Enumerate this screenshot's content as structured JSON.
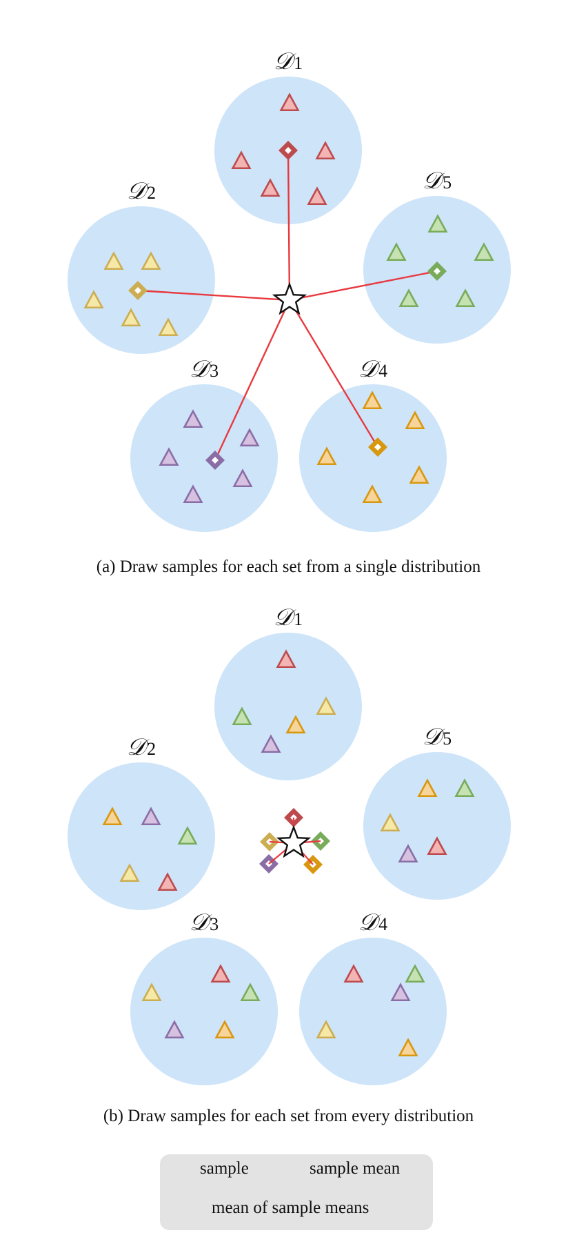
{
  "colors": {
    "circle": "#cde4f9",
    "line": "#e8393f",
    "legend_bg": "#e3e3e3",
    "distributions": {
      "1": {
        "stroke": "#bd4b4e",
        "fill": "#f3b5b4"
      },
      "2": {
        "stroke": "#ccad52",
        "fill": "#f6e8a6"
      },
      "3": {
        "stroke": "#8b6da6",
        "fill": "#d6c2e0"
      },
      "4": {
        "stroke": "#d8970f",
        "fill": "#f7d49a"
      },
      "5": {
        "stroke": "#78ab5a",
        "fill": "#c6e2b3"
      }
    }
  },
  "panel_a": {
    "caption": "(a) Draw samples for each set from a single distribution",
    "sets": [
      {
        "label": "𝒟",
        "sub": "1",
        "mean_color": "1",
        "sample_colors": [
          "1",
          "1",
          "1",
          "1",
          "1"
        ]
      },
      {
        "label": "𝒟",
        "sub": "2",
        "mean_color": "2",
        "sample_colors": [
          "2",
          "2",
          "2",
          "2",
          "2"
        ]
      },
      {
        "label": "𝒟",
        "sub": "3",
        "mean_color": "3",
        "sample_colors": [
          "3",
          "3",
          "3",
          "3",
          "3"
        ]
      },
      {
        "label": "𝒟",
        "sub": "4",
        "mean_color": "4",
        "sample_colors": [
          "4",
          "4",
          "4",
          "4",
          "4"
        ]
      },
      {
        "label": "𝒟",
        "sub": "5",
        "mean_color": "5",
        "sample_colors": [
          "5",
          "5",
          "5",
          "5",
          "5"
        ]
      }
    ]
  },
  "panel_b": {
    "caption": "(b) Draw samples for each set from every distribution",
    "sets": [
      {
        "label": "𝒟",
        "sub": "1",
        "mean_color": "1",
        "sample_colors": [
          "1",
          "5",
          "4",
          "2",
          "3"
        ]
      },
      {
        "label": "𝒟",
        "sub": "2",
        "mean_color": "2",
        "sample_colors": [
          "4",
          "3",
          "5",
          "2",
          "1"
        ]
      },
      {
        "label": "𝒟",
        "sub": "3",
        "mean_color": "3",
        "sample_colors": [
          "1",
          "2",
          "5",
          "3",
          "4"
        ]
      },
      {
        "label": "𝒟",
        "sub": "4",
        "mean_color": "4",
        "sample_colors": [
          "1",
          "5",
          "3",
          "2",
          "4"
        ]
      },
      {
        "label": "𝒟",
        "sub": "5",
        "mean_color": "5",
        "sample_colors": [
          "4",
          "5",
          "2",
          "3",
          "1"
        ]
      }
    ]
  },
  "legend": {
    "sample_label": "sample",
    "sample_mean_label": "sample mean",
    "mean_of_means_label": "mean of sample means",
    "icon_color": "4"
  }
}
